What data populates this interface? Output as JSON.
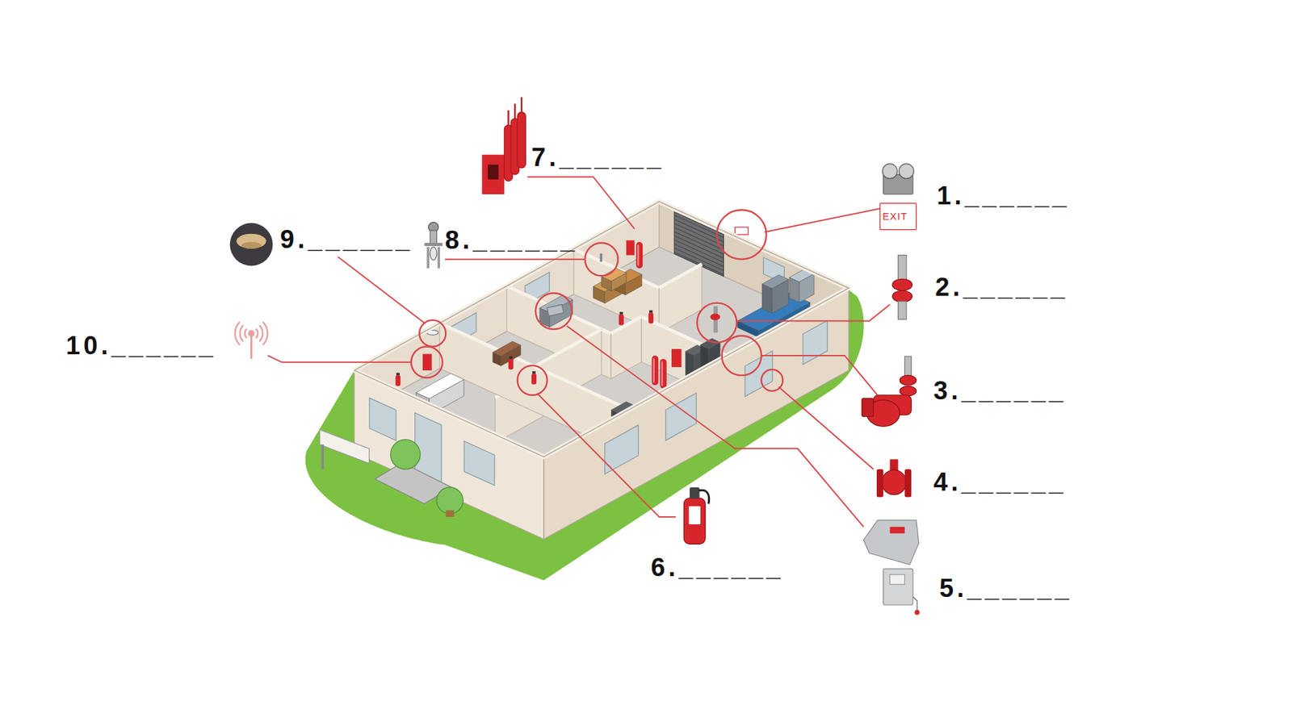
{
  "diagram": {
    "labels": [
      "7.______",
      "1.______",
      "EXIT",
      "9.______",
      "8.______",
      "2.______",
      "10.______",
      "3.______",
      "4.______",
      "6.______",
      "5.______"
    ]
  }
}
